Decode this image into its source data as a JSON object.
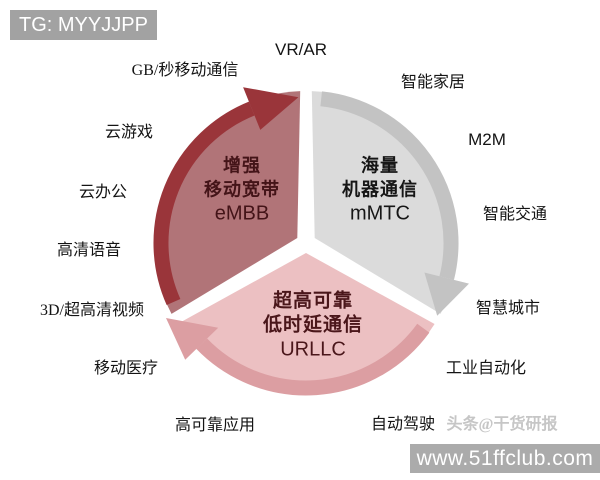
{
  "badges": {
    "top_left": "TG: MYYJJPP",
    "bottom_right": "www.51ffclub.com"
  },
  "watermark": "头条@干货研报",
  "segments": {
    "embb": {
      "line1": "增强",
      "line2": "移动宽带",
      "abbr": "eMBB",
      "fill": "#b17478",
      "arrow": "#9a353a",
      "text_color": "#441418"
    },
    "mmtc": {
      "line1": "海量",
      "line2": "机器通信",
      "abbr": "mMTC",
      "fill": "#dbdbdb",
      "arrow": "#c3c3c3",
      "text_color": "#161616"
    },
    "urllc": {
      "line1": "超高可靠",
      "line2": "低时延通信",
      "abbr": "URLLC",
      "fill": "#ecc0c2",
      "arrow": "#dc9ea2",
      "text_color": "#4a161a"
    }
  },
  "outer_labels": [
    {
      "text": "GB/秒移动通信"
    },
    {
      "text": "VR/AR"
    },
    {
      "text": "智能家居"
    },
    {
      "text": "M2M"
    },
    {
      "text": "智能交通"
    },
    {
      "text": "智慧城市"
    },
    {
      "text": "工业自动化"
    },
    {
      "text": "自动驾驶"
    },
    {
      "text": "高可靠应用"
    },
    {
      "text": "移动医疗"
    },
    {
      "text": "3D/超高清视频"
    },
    {
      "text": "高清语音"
    },
    {
      "text": "云办公"
    },
    {
      "text": "云游戏"
    }
  ]
}
